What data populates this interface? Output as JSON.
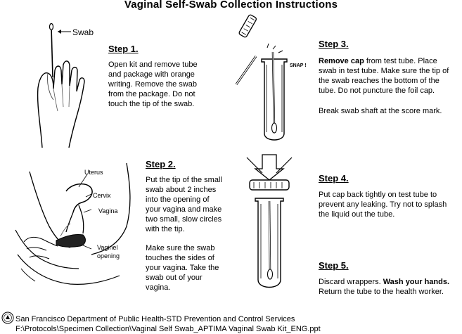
{
  "title": "Vaginal Self-Swab Collection Instructions",
  "labels": {
    "swab": "Swab",
    "snap": "SNAP !",
    "uterus": "Uterus",
    "cervix": "Cervix",
    "vagina": "Vagina",
    "vaginal_opening_1": "Vaginel",
    "vaginal_opening_2": "opening"
  },
  "steps": {
    "step1": {
      "heading": "Step 1.",
      "lines": [
        "Open kit and remove tube",
        "and package with orange",
        "writing.  Remove the swab",
        "from the package.  Do not",
        "touch the tip of the swab."
      ]
    },
    "step2": {
      "heading": "Step 2.",
      "lines": [
        "Put the tip of the small",
        "swab about 2 inches",
        "into the opening of",
        "your vagina and make",
        "two small, slow circles",
        "with the tip."
      ],
      "lines2": [
        "Make sure the swab",
        "touches the sides of",
        "your vagina. Take the",
        "swab out of your",
        "vagina."
      ]
    },
    "step3": {
      "heading": "Step 3.",
      "line1_bold": "Remove cap",
      "line1_rest": " from test tube. Place",
      "lines": [
        "swab in test tube. Make sure the tip of",
        "the swab reaches the bottom of the",
        "tube. Do not puncture the foil cap."
      ],
      "extra": "Break swab shaft at the score mark."
    },
    "step4": {
      "heading": "Step 4.",
      "lines": [
        "Put cap back tightly on test tube to",
        "prevent any leaking. Try not to splash",
        "the liquid out the tube."
      ]
    },
    "step5": {
      "heading": "Step 5.",
      "line1_plain": "Discard wrappers. ",
      "line1_bold": "Wash your hands.",
      "line2": "Return the tube to the health worker."
    }
  },
  "footer": {
    "org": "San Francisco Department of Public Health-STD Prevention and Control Services",
    "path": "F:\\Protocols\\Specimen Collection\\Vaginal Self Swab_APTIMA Vaginal Swab Kit_ENG.ppt"
  }
}
